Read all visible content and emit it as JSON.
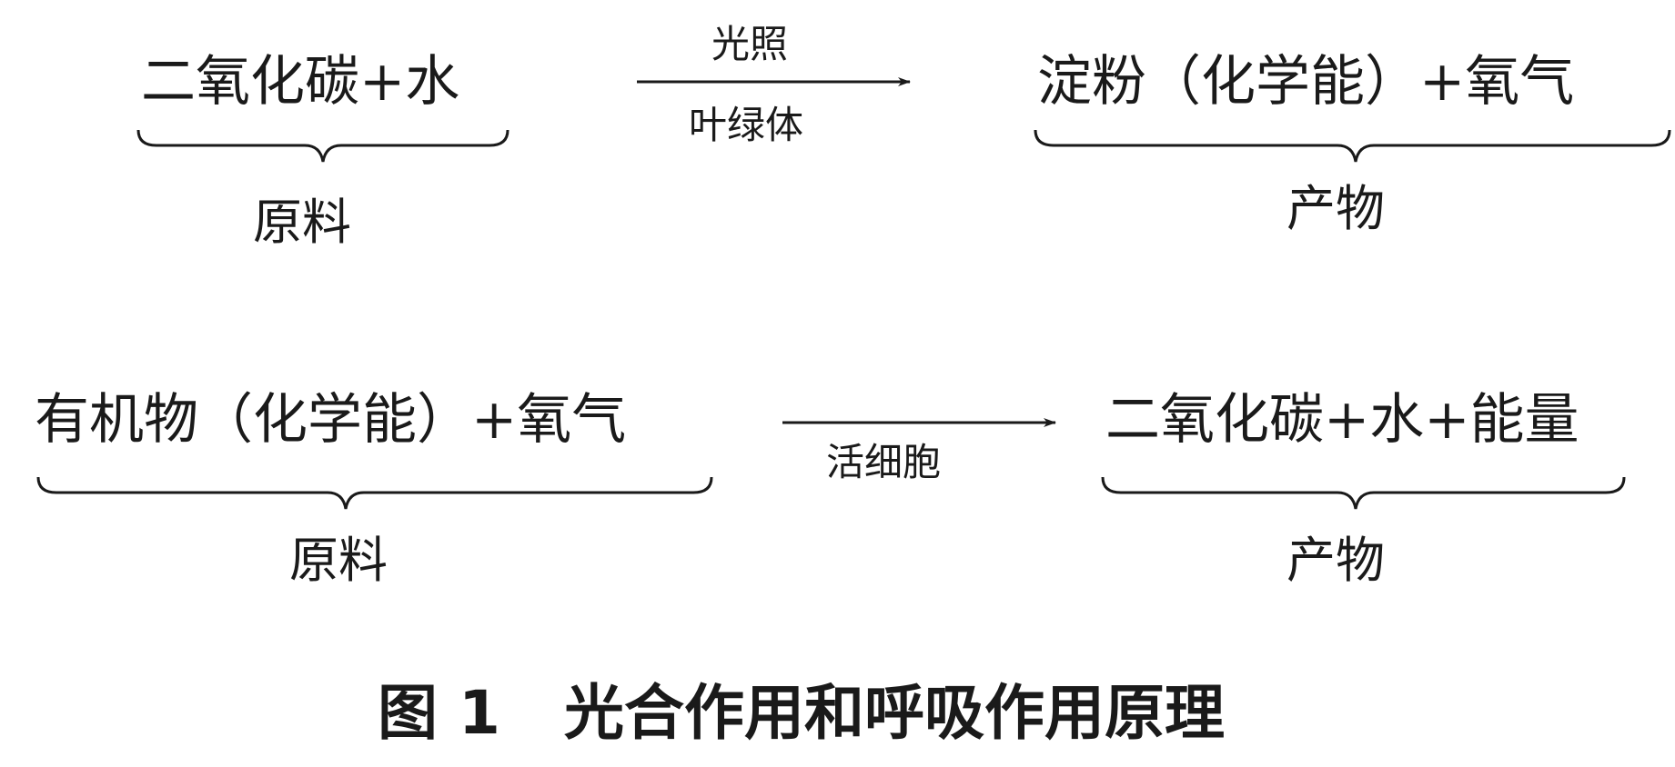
{
  "reactions": [
    {
      "reactants": "二氧化碳+水",
      "reactants_label": "原料",
      "condition_top": "光照",
      "condition_bottom": "叶绿体",
      "products": "淀粉（化学能）+氧气",
      "products_label": "产物"
    },
    {
      "reactants": "有机物（化学能）+氧气",
      "reactants_label": "原料",
      "condition_top": "",
      "condition_bottom": "活细胞",
      "products": "二氧化碳+水+能量",
      "products_label": "产物"
    }
  ],
  "caption": {
    "number": "图 1",
    "title": "光合作用和呼吸作用原理"
  }
}
